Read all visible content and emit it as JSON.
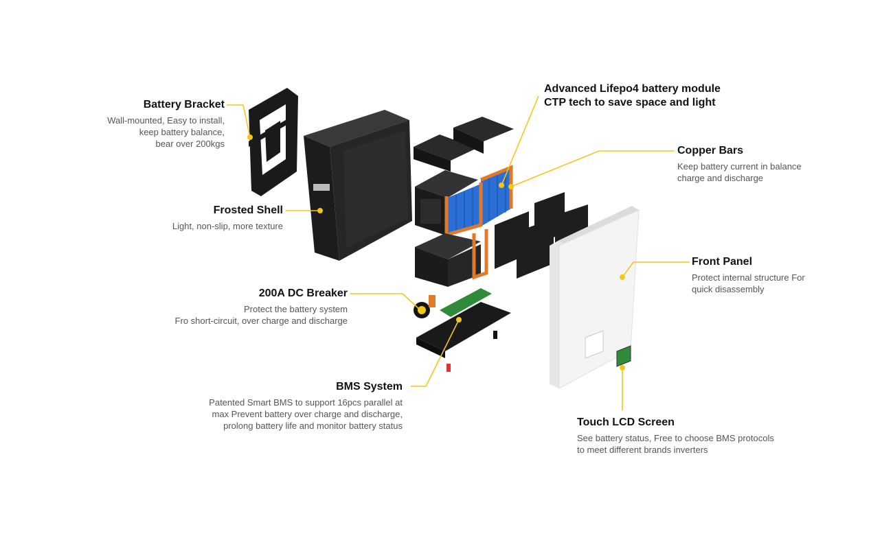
{
  "labels": {
    "battery_bracket": {
      "title": "Battery Bracket",
      "desc": [
        "Wall-mounted, Easy to install,",
        "keep battery balance,",
        "bear over 200kgs"
      ]
    },
    "frosted_shell": {
      "title": "Frosted Shell",
      "desc": [
        "Light, non-slip, more texture"
      ]
    },
    "dc_breaker": {
      "title": "200A DC Breaker",
      "desc": [
        "Protect the battery system",
        "Fro short-circuit, over charge and discharge"
      ]
    },
    "bms_system": {
      "title": "BMS System",
      "desc": [
        "Patented Smart BMS to support 16pcs parallel at",
        "max Prevent battery over charge and discharge,",
        "prolong battery life and monitor battery status"
      ]
    },
    "battery_module": {
      "title": [
        "Advanced Lifepo4 battery module",
        "CTP tech to save space and light"
      ]
    },
    "copper_bars": {
      "title": "Copper Bars",
      "desc": [
        "Keep battery current in balance",
        "charge and discharge"
      ]
    },
    "front_panel": {
      "title": "Front Panel",
      "desc": [
        "Protect internal structure For",
        "quick disassembly"
      ]
    },
    "touch_lcd": {
      "title": "Touch LCD Screen",
      "desc": [
        "See battery status, Free to choose BMS protocols",
        "to meet different brands inverters"
      ]
    }
  },
  "colors": {
    "accent": "#f5c518",
    "shell": "#1e1e1e",
    "cell_blue": "#2a6fd6",
    "copper": "#e07a2a",
    "pcb": "#2f8a3a",
    "panel": "#f4f4f4"
  }
}
